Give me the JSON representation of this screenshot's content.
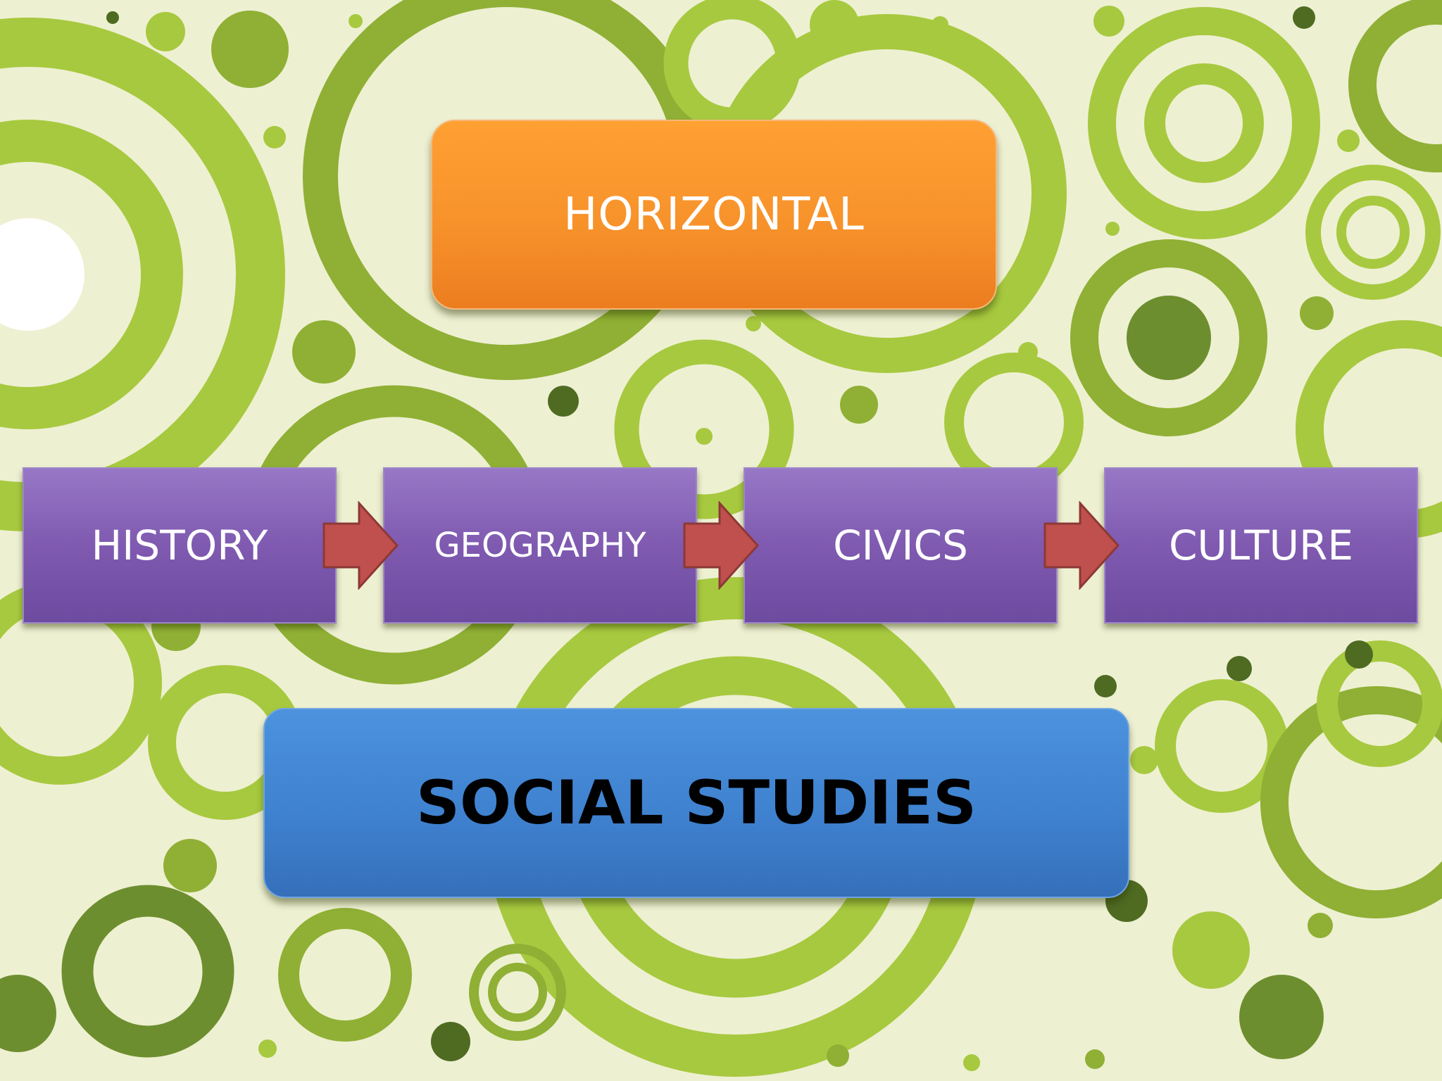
{
  "diagram": {
    "top_label": "HORIZONTAL",
    "topics": [
      "HISTORY",
      "GEOGRAPHY",
      "CIVICS",
      "CULTURE"
    ],
    "bottom_label": "SOCIAL STUDIES"
  },
  "colors": {
    "background": "#eef0d2",
    "ring_light": "#a7c93f",
    "ring_mid": "#8fb034",
    "ring_dark": "#6d8e2e",
    "top_box": "#f7922b",
    "topic_box": "#7f5ab0",
    "arrow": "#c0504d",
    "bottom_box": "#3f82d0"
  }
}
